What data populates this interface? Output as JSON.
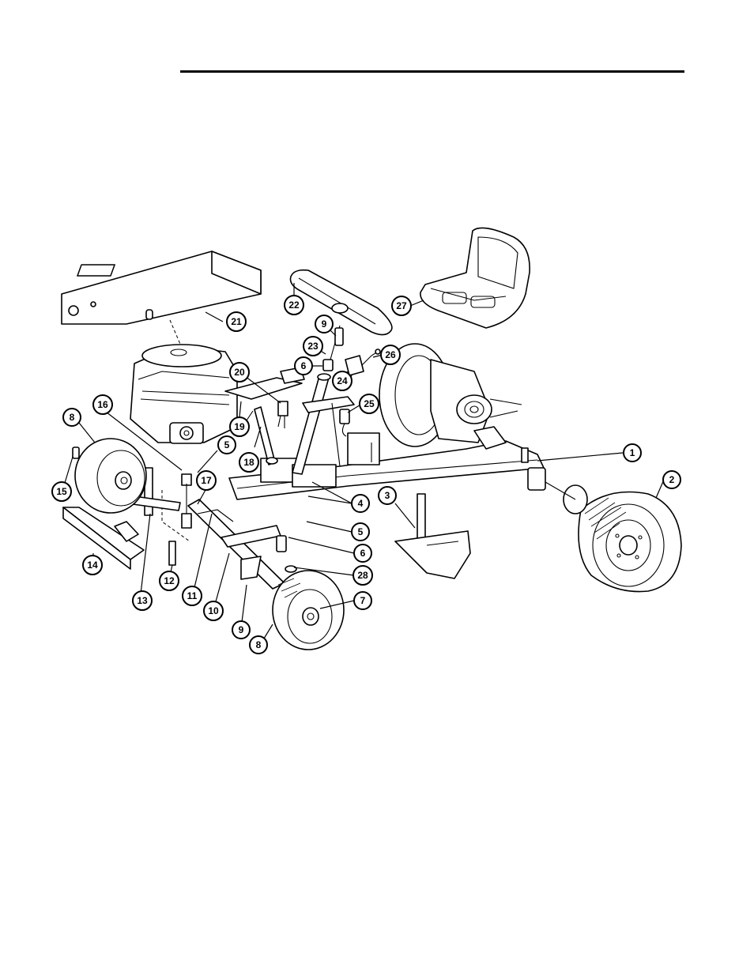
{
  "figure": {
    "callouts": [
      {
        "id": "c1",
        "label": "1"
      },
      {
        "id": "c2",
        "label": "2"
      },
      {
        "id": "c3",
        "label": "3"
      },
      {
        "id": "c4",
        "label": "4"
      },
      {
        "id": "c5a",
        "label": "5"
      },
      {
        "id": "c5b",
        "label": "5"
      },
      {
        "id": "c6a",
        "label": "6"
      },
      {
        "id": "c6b",
        "label": "6"
      },
      {
        "id": "c7",
        "label": "7"
      },
      {
        "id": "c8a",
        "label": "8"
      },
      {
        "id": "c8b",
        "label": "8"
      },
      {
        "id": "c9a",
        "label": "9"
      },
      {
        "id": "c9b",
        "label": "9"
      },
      {
        "id": "c10",
        "label": "10"
      },
      {
        "id": "c11",
        "label": "11"
      },
      {
        "id": "c12",
        "label": "12"
      },
      {
        "id": "c13",
        "label": "13"
      },
      {
        "id": "c14",
        "label": "14"
      },
      {
        "id": "c15",
        "label": "15"
      },
      {
        "id": "c16",
        "label": "16"
      },
      {
        "id": "c17",
        "label": "17"
      },
      {
        "id": "c18",
        "label": "18"
      },
      {
        "id": "c19",
        "label": "19"
      },
      {
        "id": "c20",
        "label": "20"
      },
      {
        "id": "c21",
        "label": "21"
      },
      {
        "id": "c22",
        "label": "22"
      },
      {
        "id": "c23",
        "label": "23"
      },
      {
        "id": "c24",
        "label": "24"
      },
      {
        "id": "c25",
        "label": "25"
      },
      {
        "id": "c26",
        "label": "26"
      },
      {
        "id": "c27",
        "label": "27"
      },
      {
        "id": "c28",
        "label": "28"
      }
    ]
  }
}
